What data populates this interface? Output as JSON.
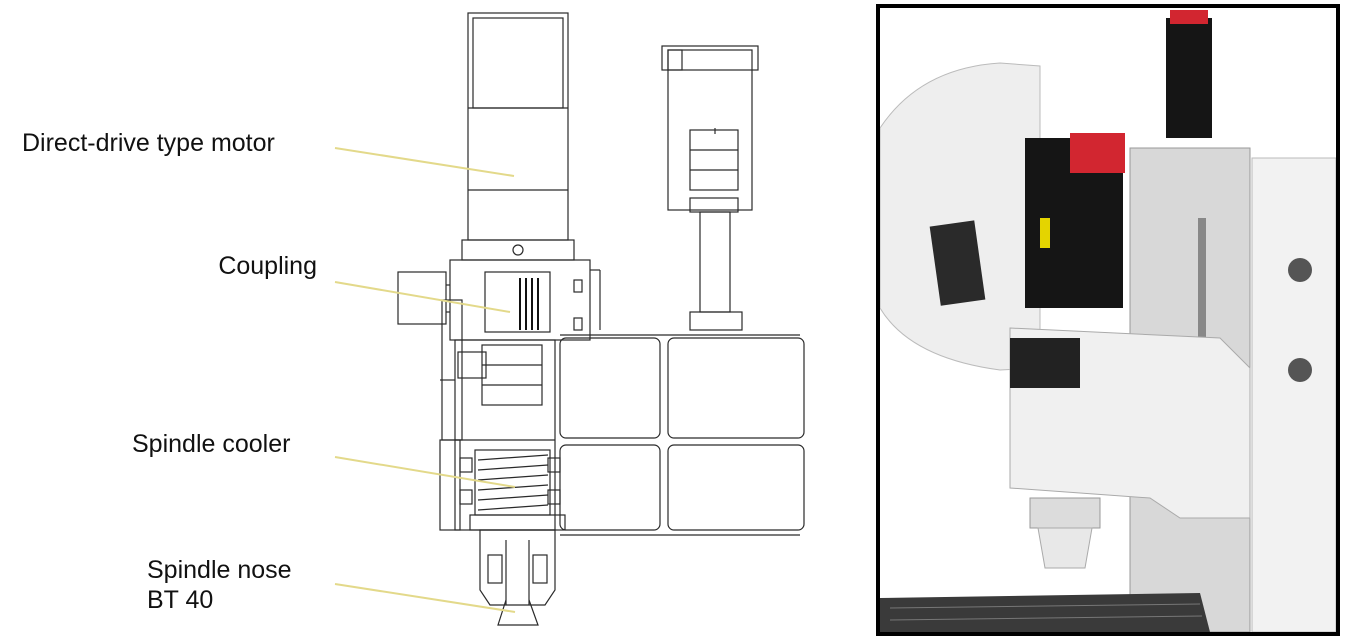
{
  "labels": {
    "motor": "Direct-drive type motor",
    "coupling": "Coupling",
    "cooler": "Spindle cooler",
    "nose_line1": "Spindle nose",
    "nose_line2": "BT 40"
  },
  "colors": {
    "leader": "#e3d98a",
    "drawing": "#2a2a2a",
    "machine_white": "#f0f0f0",
    "motor_black": "#151515",
    "accent_red": "#d22630"
  }
}
